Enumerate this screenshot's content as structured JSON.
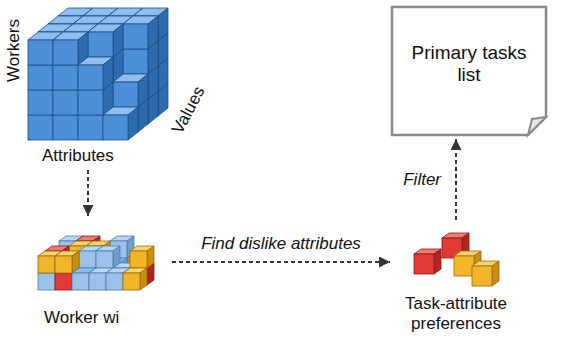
{
  "diagram": {
    "nodes": [
      {
        "text": [
          "Workers",
          "Attributes",
          "Values"
        ]
      },
      {
        "text": [
          "Worker wi"
        ]
      },
      {
        "text": [
          "Task-attribute preferences"
        ]
      },
      {
        "text": [
          "Primary tasks list"
        ]
      }
    ],
    "edges": [
      {
        "from": 0,
        "to": 1,
        "arrow": "to"
      },
      {
        "from": 1,
        "to": 2,
        "label": "Find dislike attributes",
        "arrow": "to"
      },
      {
        "from": 2,
        "to": 3,
        "label": "Filter",
        "arrow": "to"
      }
    ]
  }
}
